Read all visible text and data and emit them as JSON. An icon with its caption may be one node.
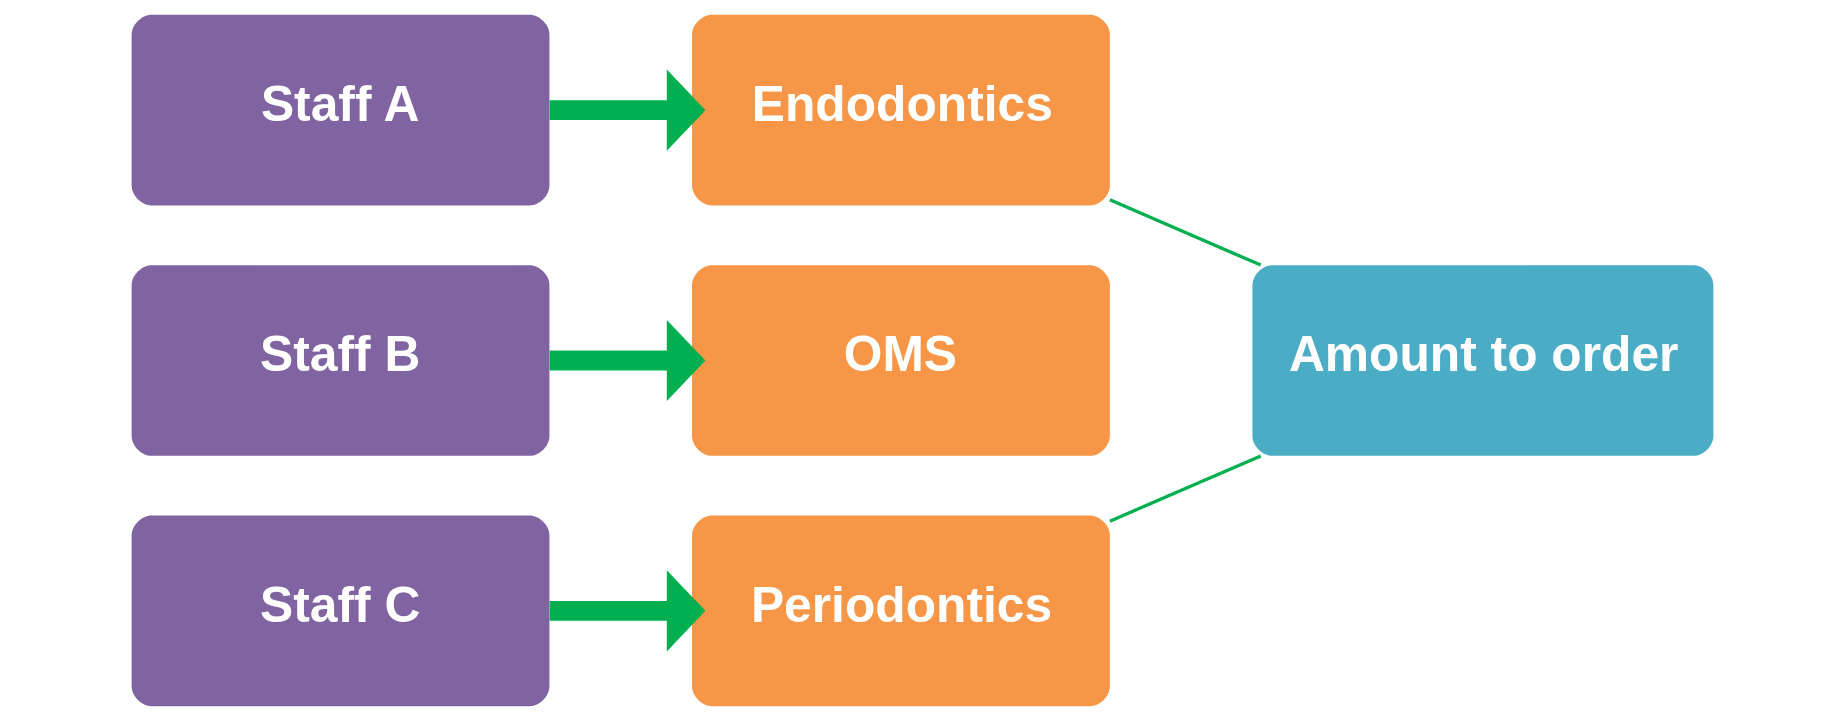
{
  "diagram": {
    "nodes": [
      {
        "text": [
          "Staff A"
        ]
      },
      {
        "text": [
          "Staff B"
        ]
      },
      {
        "text": [
          "Staff C"
        ]
      },
      {
        "text": [
          "Endodontics"
        ]
      },
      {
        "text": [
          "OMS"
        ]
      },
      {
        "text": [
          "Periodontics"
        ]
      },
      {
        "text": [
          "Amount to order"
        ]
      }
    ],
    "edges": [
      {
        "from": 0,
        "to": 3,
        "arrow": "to"
      },
      {
        "from": 1,
        "to": 4,
        "arrow": "to"
      },
      {
        "from": 2,
        "to": 5,
        "arrow": "to"
      },
      {
        "from": 3,
        "to": 6,
        "arrow": "none"
      },
      {
        "from": 5,
        "to": 6,
        "arrow": "none"
      }
    ]
  }
}
